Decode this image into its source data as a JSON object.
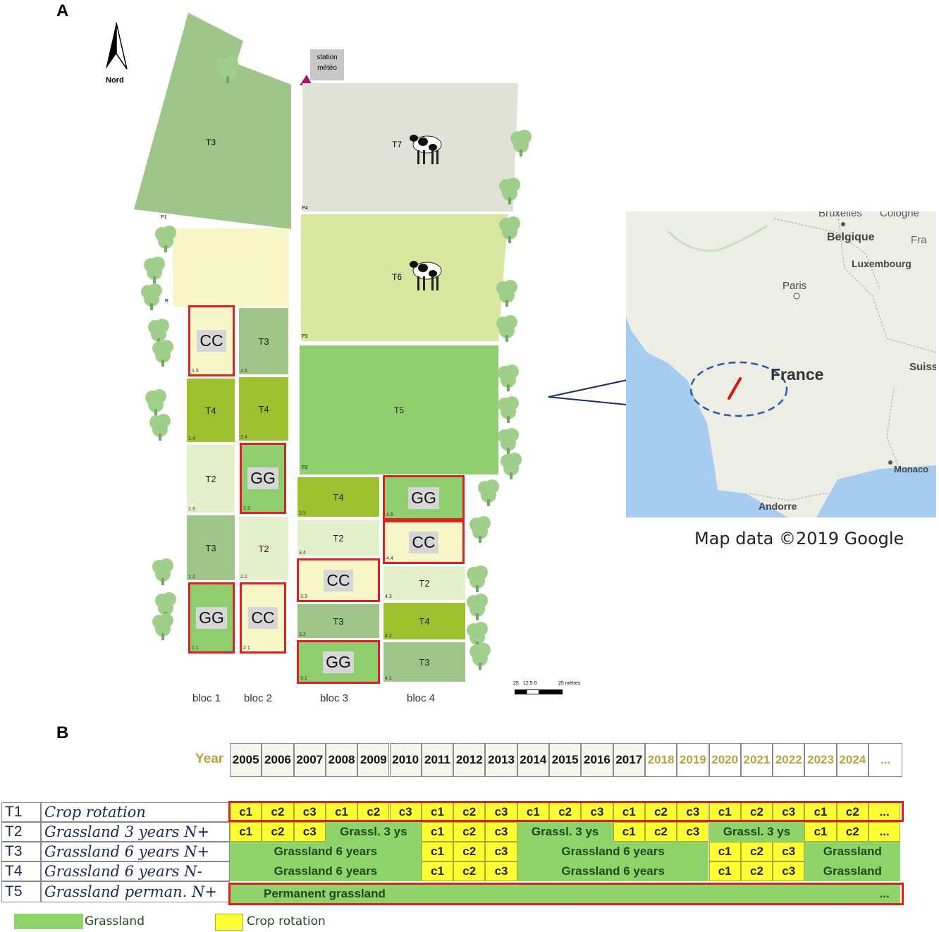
{
  "panel_a_label": "A",
  "panel_b_label": "B",
  "north_label": "Nord",
  "station_label_1": "station",
  "station_label_2": "météo",
  "big_fields": {
    "t3": "T3",
    "t7": "T7",
    "t6": "T6",
    "t5": "T5",
    "p1": "P1",
    "p4": "P4",
    "p3": "P3",
    "p2": "P2",
    "r": "R"
  },
  "blocs": [
    "bloc 1",
    "bloc 2",
    "bloc 3",
    "bloc 4"
  ],
  "plots": {
    "b1": [
      {
        "label": "CC",
        "num": "1.5"
      },
      {
        "label": "T4",
        "num": "1.4"
      },
      {
        "label": "T2",
        "num": "1.3"
      },
      {
        "label": "T3",
        "num": "1.2"
      },
      {
        "label": "GG",
        "num": "1.1"
      }
    ],
    "b2": [
      {
        "label": "T3",
        "num": "2.5"
      },
      {
        "label": "T4",
        "num": "2.4"
      },
      {
        "label": "GG",
        "num": "2.3"
      },
      {
        "label": "T2",
        "num": "2.2"
      },
      {
        "label": "CC",
        "num": "2.1"
      }
    ],
    "b3": [
      {
        "label": "T4",
        "num": "3.5"
      },
      {
        "label": "T2",
        "num": "3.4"
      },
      {
        "label": "CC",
        "num": "3.3"
      },
      {
        "label": "T3",
        "num": "3.2"
      },
      {
        "label": "GG",
        "num": "3.1"
      }
    ],
    "b4": [
      {
        "label": "GG",
        "num": "4.5"
      },
      {
        "label": "CC",
        "num": "4.4"
      },
      {
        "label": "T2",
        "num": "4.3"
      },
      {
        "label": "T4",
        "num": "4.2"
      },
      {
        "label": "T3",
        "num": "4.1"
      }
    ]
  },
  "scale": {
    "left": "25",
    "mid": "12.5 0",
    "right": "25 mètres"
  },
  "map": {
    "bruxelles": "Bruxelles",
    "cologne": "Cologne",
    "belgique": "Belgique",
    "fra": "Fra",
    "luxembourg": "Luxembourg",
    "paris": "Paris",
    "france": "France",
    "suiss": "Suiss",
    "monaco": "Monaco",
    "andorre": "Andorre",
    "credit": "Map data ©2019 Google"
  },
  "table": {
    "year_label": "Year",
    "years": [
      "2005",
      "2006",
      "2007",
      "2008",
      "2009",
      "2010",
      "2011",
      "2012",
      "2013",
      "2014",
      "2015",
      "2016",
      "2017",
      "2018",
      "2019",
      "2020",
      "2021",
      "2022",
      "2023",
      "2024",
      "..."
    ],
    "rows": [
      {
        "id": "T1",
        "name": "Crop rotation"
      },
      {
        "id": "T2",
        "name": "Grassland 3 years N+"
      },
      {
        "id": "T3",
        "name": "Grassland 6 years N+"
      },
      {
        "id": "T4",
        "name": "Grassland 6 years N-"
      },
      {
        "id": "T5",
        "name": "Grassland perman. N+"
      }
    ],
    "t1": [
      "c1",
      "c2",
      "c3",
      "c1",
      "c2",
      "c3",
      "c1",
      "c2",
      "c3",
      "c1",
      "c2",
      "c3",
      "c1",
      "c2",
      "c3",
      "c1",
      "c2",
      "c3",
      "c1",
      "c2",
      "..."
    ],
    "t2_cells": [
      "c1",
      "c2",
      "c3",
      "Grassl. 3 ys",
      "c1",
      "c2",
      "c3",
      "Grassl. 3 ys",
      "c1",
      "c2",
      "c3",
      "Grassl. 3 ys",
      "c1",
      "c2",
      "..."
    ],
    "t3_cells": [
      "Grassland 6 years",
      "c1",
      "c2",
      "c3",
      "Grassland 6 years",
      "c1",
      "c2",
      "c3",
      "Grassland"
    ],
    "t4_cells": [
      "Grassland 6 years",
      "c1",
      "c2",
      "c3",
      "Grassland 6 years",
      "c1",
      "c2",
      "c3",
      "Grassland"
    ],
    "t5_cells": [
      "Permanent grassland",
      "..."
    ],
    "legend_grassland": "Grassland",
    "legend_crop": "Crop rotation"
  },
  "colors": {
    "t3": "#9fc58a",
    "t4": "#9dc12e",
    "t2": "#e3f0cb",
    "cream": "#f6f6c8",
    "t7": "#e0e2d8",
    "t6": "#d7e89e",
    "t5": "#8fce6e",
    "highlight": "#e02020"
  }
}
